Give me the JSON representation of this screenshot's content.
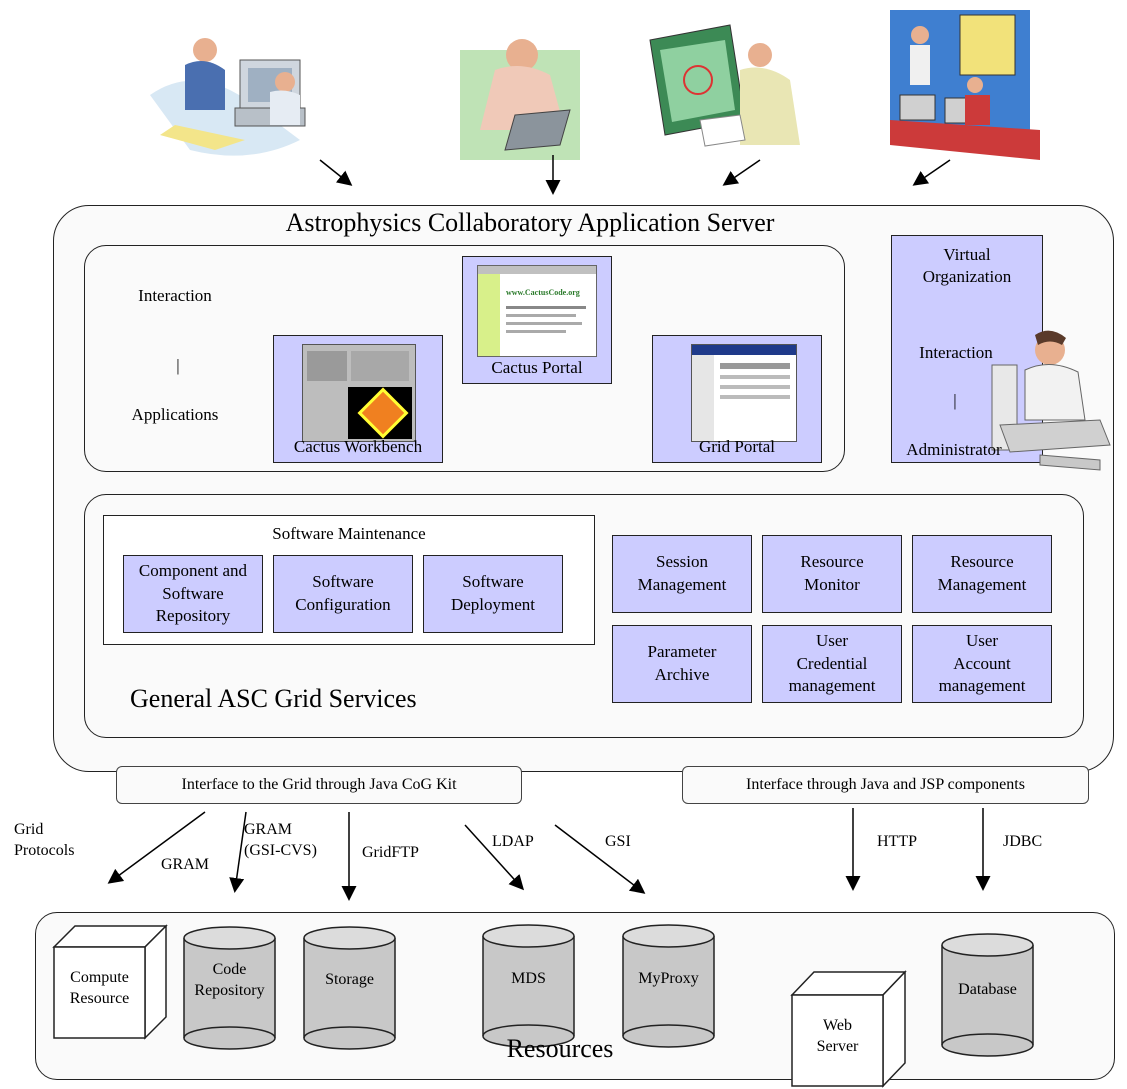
{
  "server": {
    "title": "Astrophysics Collaboratory Application Server",
    "interaction_panel": {
      "left_labels": {
        "top": "Interaction",
        "separator": "|",
        "bottom": "Applications"
      },
      "cactus_portal": "Cactus Portal",
      "portal_url": "www.CactusCode.org",
      "cactus_workbench": "Cactus Workbench",
      "grid_portal": "Grid Portal"
    },
    "vo_panel": {
      "title": "Virtual\nOrganization",
      "interaction": "Interaction",
      "separator": "|",
      "administrator": "Administrator"
    },
    "services_panel": {
      "title": "General ASC Grid Services",
      "maintenance": {
        "title": "Software Maintenance",
        "items": [
          "Component and\nSoftware\nRepository",
          "Software\nConfiguration",
          "Software\nDeployment"
        ]
      },
      "grid": [
        "Session\nManagement",
        "Resource\nMonitor",
        "Resource\nManagement",
        "Parameter\nArchive",
        "User\nCredential\nmanagement",
        "User\nAccount\nmanagement"
      ]
    }
  },
  "interfaces": {
    "cog": "Interface to the Grid through Java CoG Kit",
    "jsp": "Interface through Java and JSP components"
  },
  "protocols": {
    "grid_protocols": "Grid\nProtocols",
    "gram": "GRAM",
    "gram_cvs": "GRAM\n(GSI-CVS)",
    "gridftp": "GridFTP",
    "ldap": "LDAP",
    "gsi": "GSI",
    "http": "HTTP",
    "jdbc": "JDBC"
  },
  "resources": {
    "title": "Resources",
    "compute": "Compute\nResource",
    "code_repo": "Code\nRepository",
    "storage": "Storage",
    "mds": "MDS",
    "myproxy": "MyProxy",
    "web_server": "Web\nServer",
    "database": "Database"
  },
  "colors": {
    "service_fill": "#ccccff",
    "cylinder_fill": "#c8c8c8"
  },
  "icons": [
    "users-at-computer-icon",
    "user-at-laptop-icon",
    "scientist-presenting-icon",
    "team-at-workstations-icon",
    "administrator-icon"
  ]
}
